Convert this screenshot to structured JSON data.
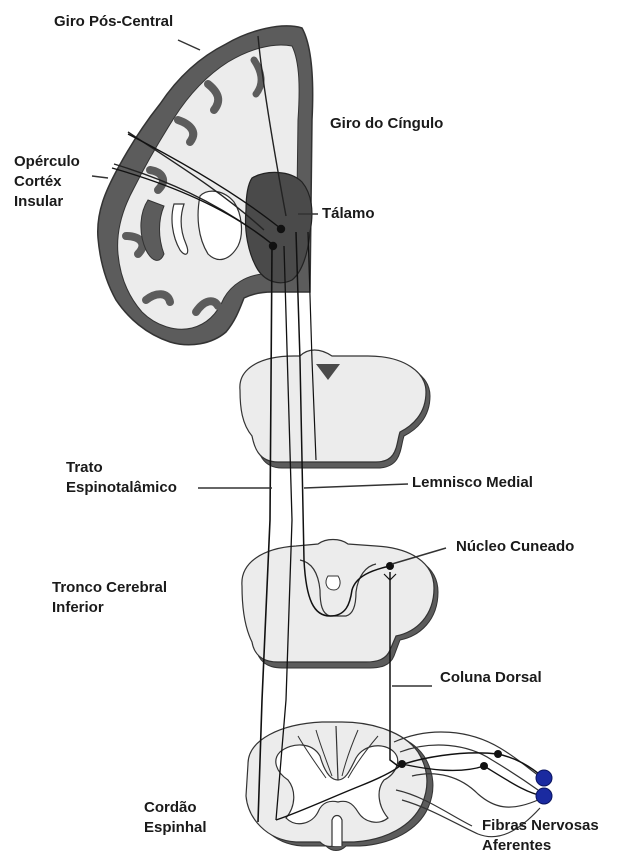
{
  "labels": {
    "giro_pos_central": "Giro Pós-Central",
    "giro_cingulo": "Giro do Cíngulo",
    "operculo": "Opérculo",
    "cortex": "Cortéx",
    "insular": "Insular",
    "talamo": "Tálamo",
    "trato": "Trato",
    "espinotalamico": "Espinotalâmico",
    "lemnisco_medial": "Lemnisco Medial",
    "nucleo_cuneado": "Núcleo Cuneado",
    "tronco_cerebral": "Tronco Cerebral",
    "inferior": "Inferior",
    "coluna_dorsal": "Coluna Dorsal",
    "cordao": "Cordão",
    "espinhal": "Espinhal",
    "fibras_nervosas": "Fibras Nervosas",
    "aferentes": "Aferentes"
  },
  "colors": {
    "cortex_gray": "#5c5c5c",
    "white_matter": "#ececec",
    "outline": "#333333",
    "thalamus": "#4a4a4a",
    "afferent_blue": "#1a2aa0",
    "neuron": "#111111"
  }
}
